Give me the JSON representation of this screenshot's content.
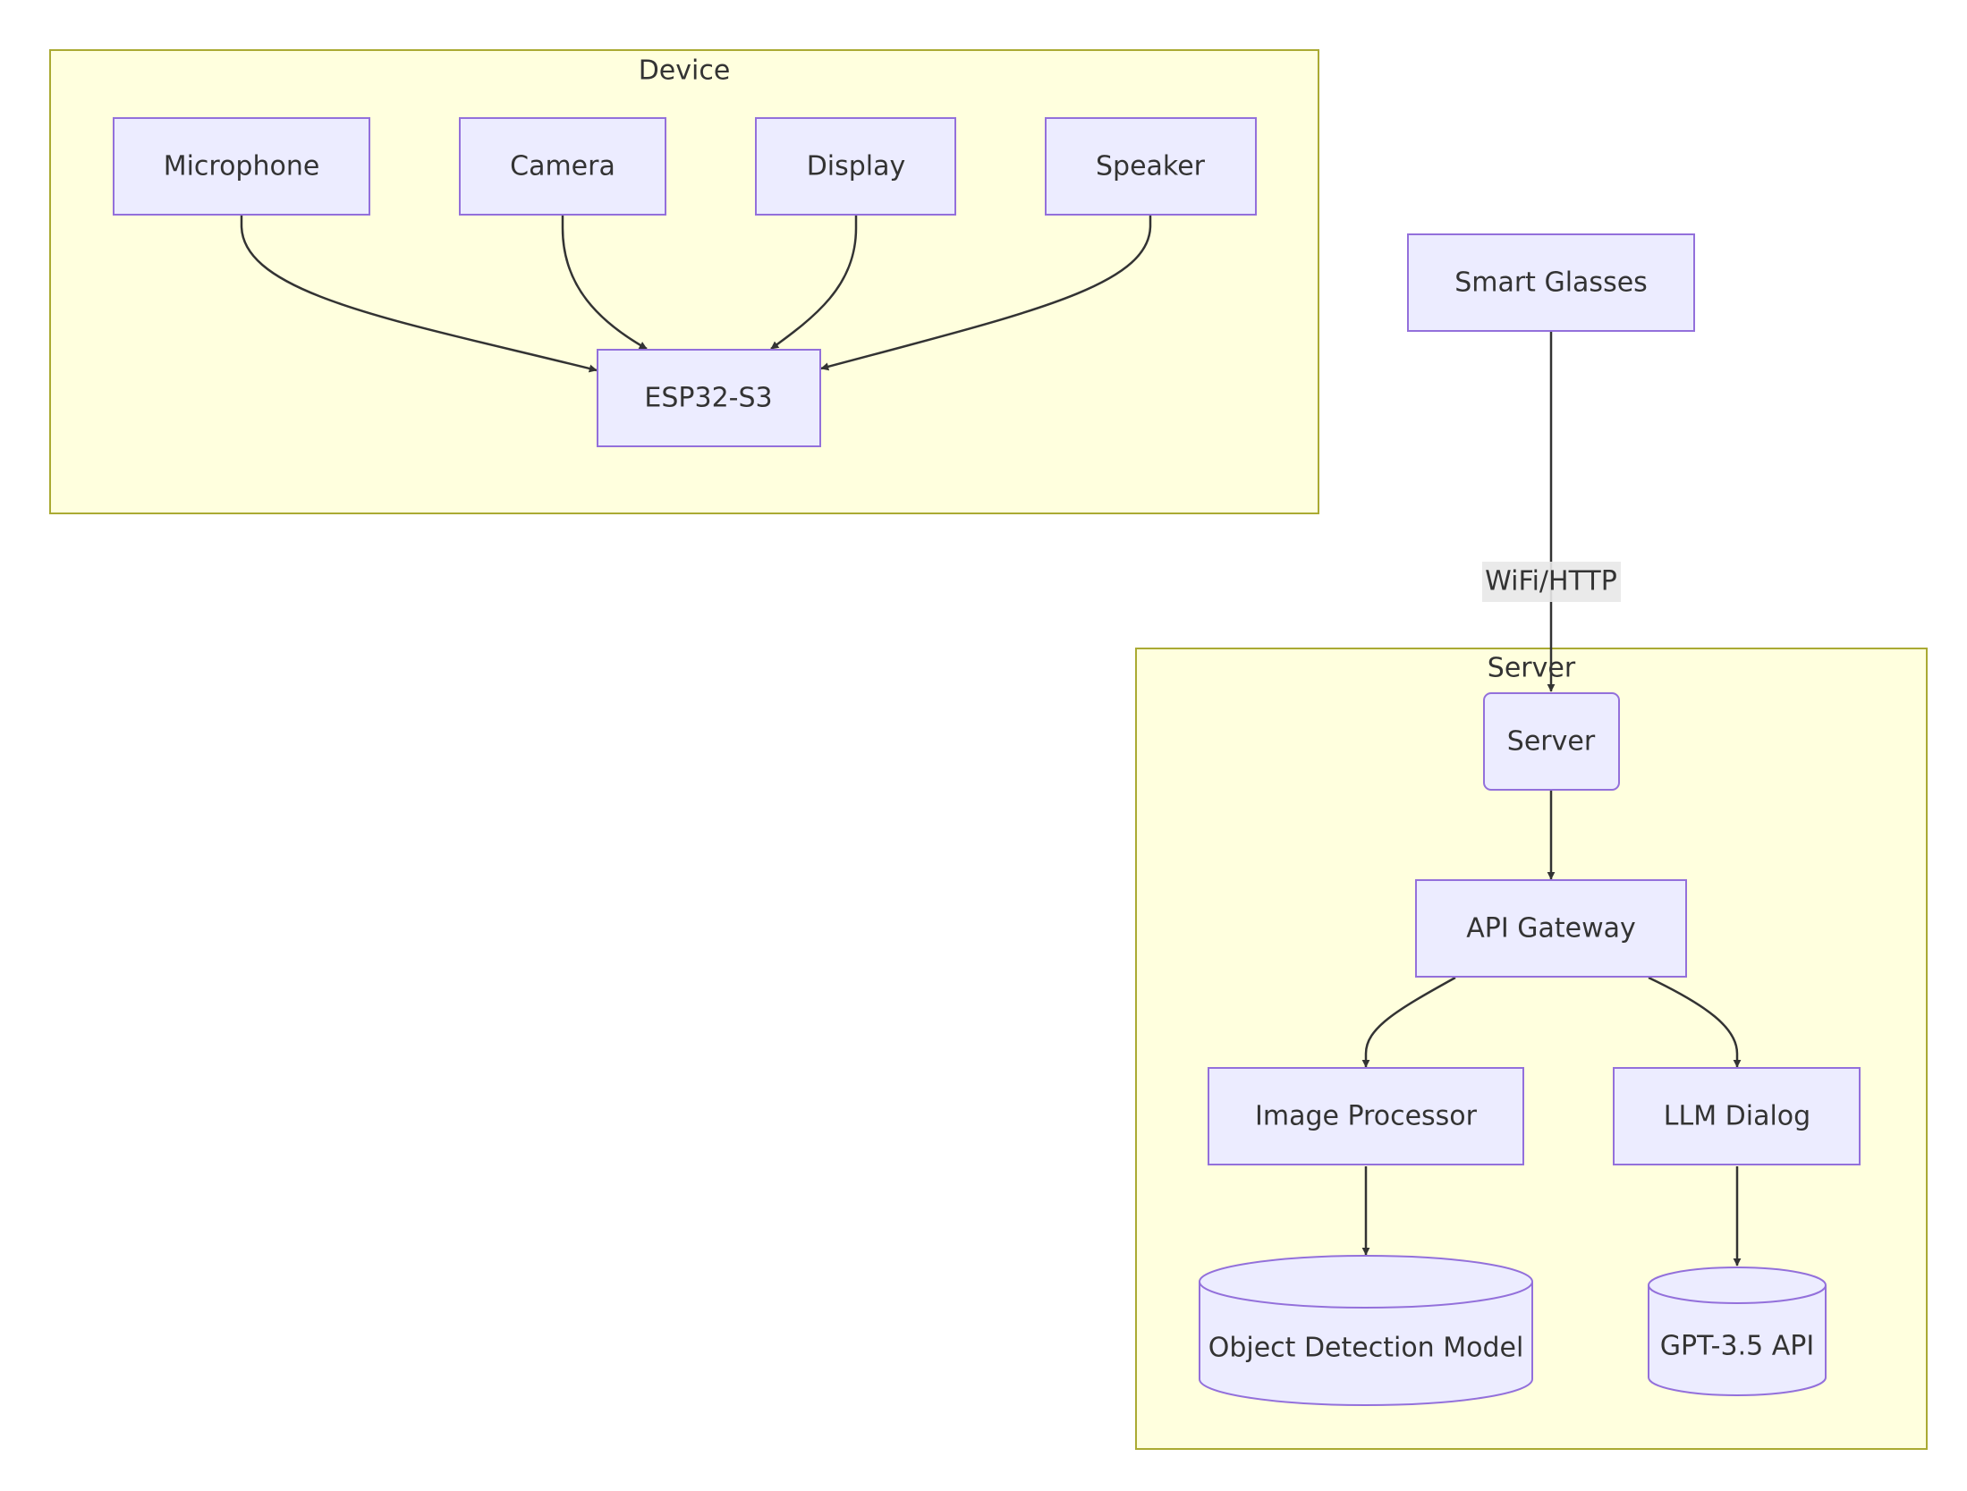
{
  "clusters": {
    "device": "Device",
    "server": "Server"
  },
  "nodes": {
    "microphone": "Microphone",
    "camera": "Camera",
    "display": "Display",
    "speaker": "Speaker",
    "esp32": "ESP32-S3",
    "smart_glasses": "Smart Glasses",
    "server": "Server",
    "api_gateway": "API Gateway",
    "image_processor": "Image Processor",
    "llm_dialog": "LLM Dialog",
    "object_detection_model": "Object Detection Model",
    "gpt_api": "GPT-3.5 API"
  },
  "edges": {
    "glasses_to_server": "WiFi/HTTP"
  },
  "colors": {
    "cluster_fill": "#ffffde",
    "cluster_stroke": "#aaaa33",
    "node_fill": "#ececff",
    "node_stroke": "#9370db",
    "edge": "#333333"
  }
}
